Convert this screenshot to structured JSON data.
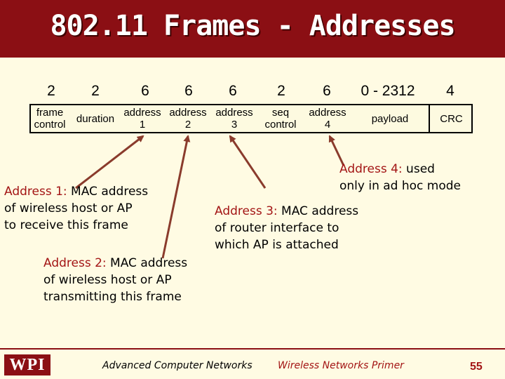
{
  "slide": {
    "title": "802.11 Frames - Addresses",
    "fields": [
      {
        "size": "2",
        "label": "frame\ncontrol"
      },
      {
        "size": "2",
        "label": "duration"
      },
      {
        "size": "6",
        "label": "address\n1"
      },
      {
        "size": "6",
        "label": "address\n2"
      },
      {
        "size": "6",
        "label": "address\n3"
      },
      {
        "size": "2",
        "label": "seq\ncontrol"
      },
      {
        "size": "6",
        "label": "address\n4"
      },
      {
        "size": "0 - 2312",
        "label": "payload"
      },
      {
        "size": "4",
        "label": "CRC"
      }
    ],
    "notes": {
      "addr1": {
        "label": "Address 1:",
        "text": " MAC address\nof wireless host or AP\nto receive this frame"
      },
      "addr2": {
        "label": "Address 2:",
        "text": " MAC address\nof wireless host or AP\ntransmitting this frame"
      },
      "addr3": {
        "label": "Address 3:",
        "text": " MAC address\nof router interface to\nwhich AP is attached"
      },
      "addr4": {
        "label": "Address 4:",
        "text": " used\nonly in ad hoc mode"
      }
    },
    "footer": {
      "logo": "WPI",
      "course": "Advanced Computer Networks",
      "topic": "Wireless Networks Primer",
      "page": "55"
    },
    "colors": {
      "title_bar": "#8b0f14",
      "background": "#fffbe3",
      "highlight_text": "#a31515",
      "arrow": "#8a3b2c"
    }
  }
}
